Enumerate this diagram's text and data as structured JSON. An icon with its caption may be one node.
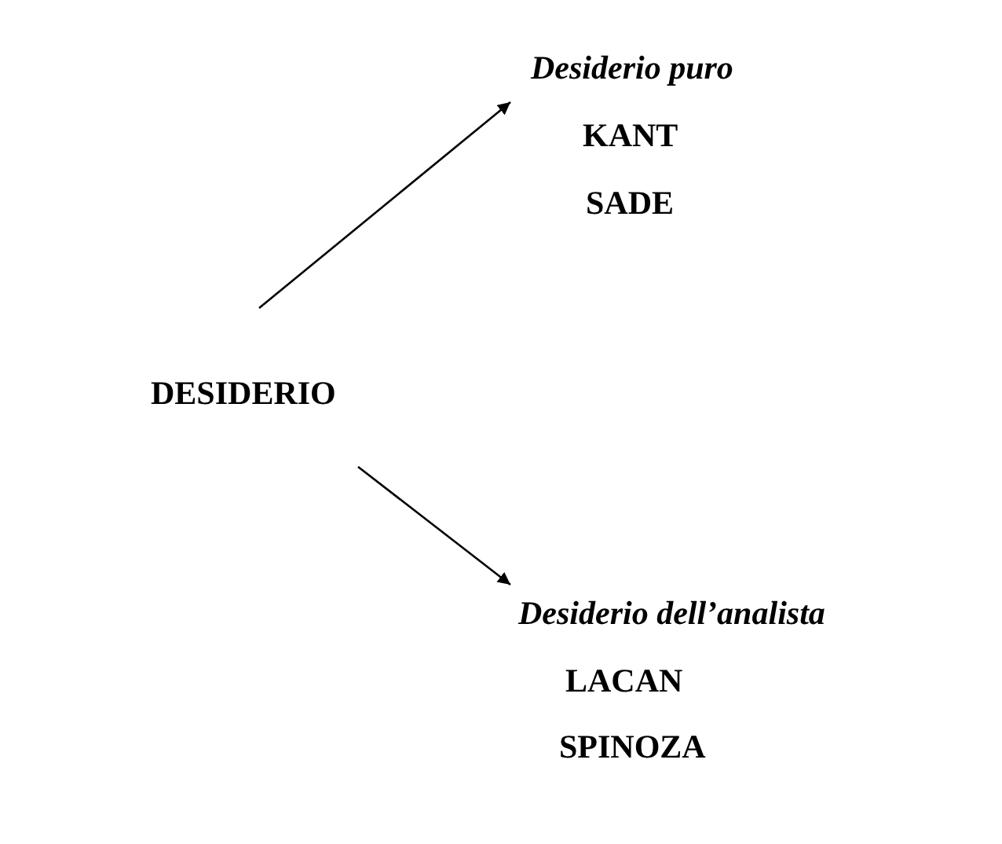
{
  "diagram": {
    "nodes": [
      {
        "text": [
          "DESIDERIO"
        ]
      },
      {
        "text": [
          "Desiderio puro",
          "KANT",
          "SADE"
        ]
      },
      {
        "text": [
          "Desiderio dell’analista",
          "LACAN",
          "SPINOZA"
        ]
      }
    ],
    "edges": [
      {
        "from": 0,
        "to": 1,
        "arrow": "to"
      },
      {
        "from": 0,
        "to": 2,
        "arrow": "to"
      }
    ]
  }
}
